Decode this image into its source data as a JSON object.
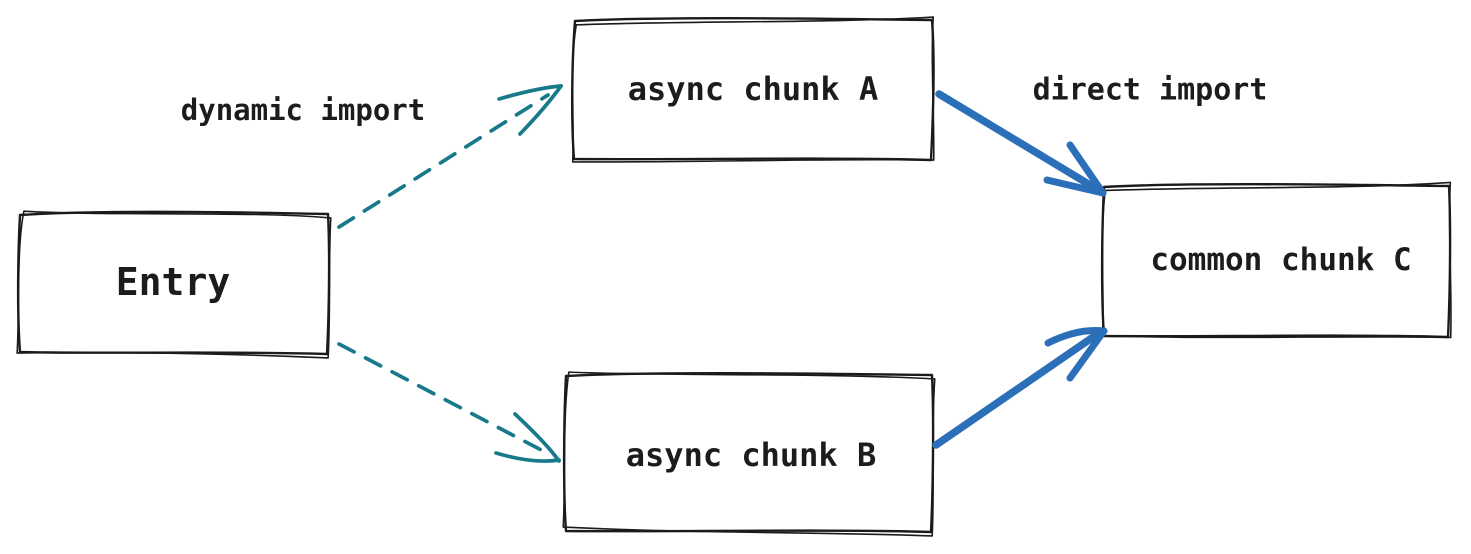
{
  "colors": {
    "background": "#ffffff",
    "ink": "#1b1b1b",
    "teal": "#17798a",
    "blue": "#2b6fb8"
  },
  "nodes": [
    {
      "id": "entry",
      "label": "Entry"
    },
    {
      "id": "async-chunk-a",
      "label": "async chunk A"
    },
    {
      "id": "async-chunk-b",
      "label": "async chunk B"
    },
    {
      "id": "common-chunk-c",
      "label": "common chunk C"
    }
  ],
  "edge_labels": [
    {
      "id": "dynamic-import",
      "text": "dynamic import"
    },
    {
      "id": "direct-import",
      "text": "direct import"
    }
  ],
  "edges": [
    {
      "from": "entry",
      "to": "async-chunk-a",
      "label": "dynamic import",
      "style": "dashed",
      "color": "teal"
    },
    {
      "from": "entry",
      "to": "async-chunk-b",
      "label": "dynamic import",
      "style": "dashed",
      "color": "teal"
    },
    {
      "from": "async-chunk-a",
      "to": "common-chunk-c",
      "label": "direct import",
      "style": "solid",
      "color": "blue"
    },
    {
      "from": "async-chunk-b",
      "to": "common-chunk-c",
      "label": "direct import",
      "style": "solid",
      "color": "blue"
    }
  ]
}
